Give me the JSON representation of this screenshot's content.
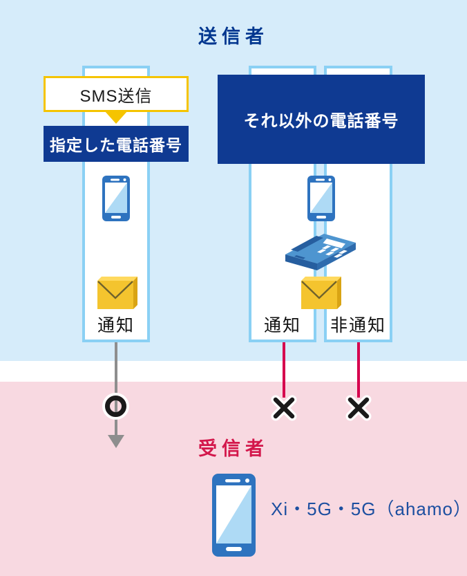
{
  "sender": {
    "title": "送信者",
    "sms_send": "SMS送信",
    "specified": "指定した電話番号",
    "others": "それ以外の電話番号",
    "result_specified": "通知",
    "result_notified": "通知",
    "result_anonymous": "非通知"
  },
  "receiver": {
    "title": "受信者",
    "device": "Xi・5G・5G（ahamo）"
  },
  "colors": {
    "sender-bg": "#D6ECFA",
    "receiver-bg": "#F8D9E1",
    "navy": "#0F3A92",
    "gold": "#F5C400",
    "column-border": "#8AD0F4",
    "gray-line": "#8E8E8E",
    "red-line": "#D6004E",
    "sender-title": "#00368F",
    "receiver-title": "#D3174B",
    "device-text": "#1D4FA0",
    "phone-blue": "#2E73BF",
    "phone-screen": "#AEDAF5",
    "envelope-face": "#F4C42E",
    "envelope-top": "#FFD95E",
    "envelope-side": "#D9A414",
    "envelope-line": "#6F622C",
    "fax-top": "#4E95D0",
    "fax-front": "#265E9F",
    "fax-side": "#2E6BAD",
    "mark-black": "#1A1A1A"
  }
}
